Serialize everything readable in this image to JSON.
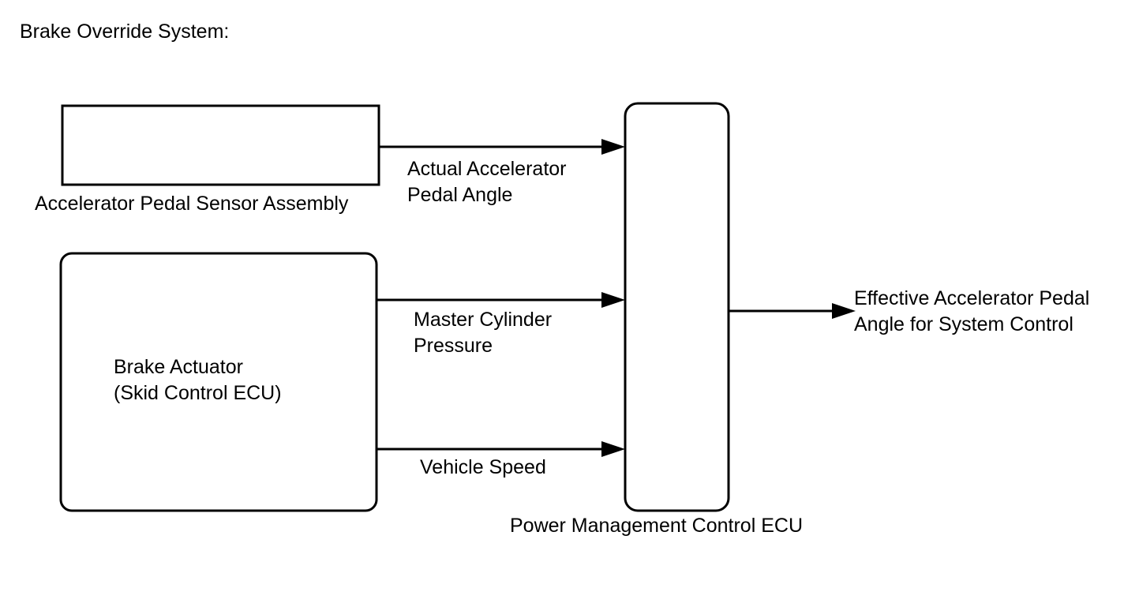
{
  "title": "Brake Override System:",
  "blocks": {
    "accelerator_sensor": {
      "label": "Accelerator Pedal Sensor Assembly"
    },
    "brake_actuator": {
      "line1": "Brake Actuator",
      "line2": "(Skid Control ECU)"
    },
    "power_management_ecu": {
      "label": "Power Management Control ECU"
    }
  },
  "signals": {
    "accelerator_angle": {
      "line1": "Actual Accelerator",
      "line2": "Pedal Angle"
    },
    "master_cylinder": {
      "line1": "Master Cylinder",
      "line2": "Pressure"
    },
    "vehicle_speed": {
      "line1": "Vehicle Speed"
    },
    "output": {
      "line1": "Effective Accelerator Pedal",
      "line2": "Angle for System Control"
    }
  },
  "colors": {
    "stroke": "#000000",
    "background": "#ffffff"
  }
}
